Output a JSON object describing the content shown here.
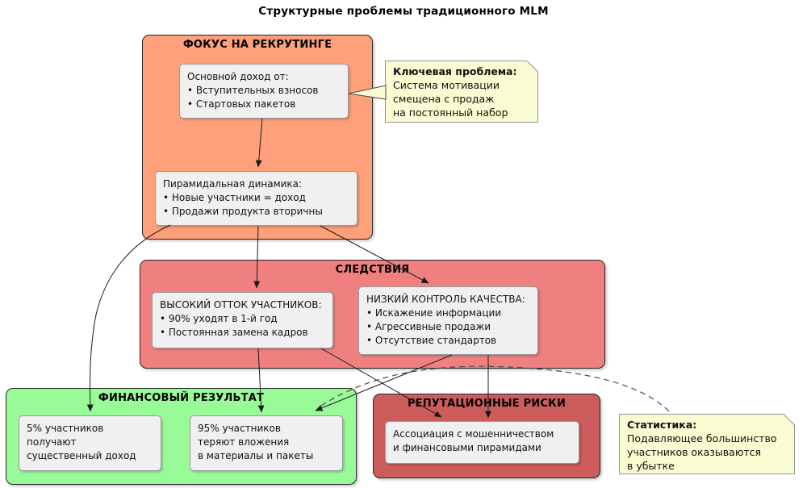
{
  "title": "Структурные проблемы традиционного MLM",
  "colors": {
    "focus_panel": "#FFA07A",
    "consequences_panel": "#F08080",
    "financial_panel": "#98FB98",
    "reputation_panel": "#CD5C5C",
    "note_fill": "#FBFBD2",
    "node_fill": "#F0F0F0",
    "arrow": "#1A1A1A"
  },
  "panels": {
    "focus": {
      "title": "ФОКУС НА РЕКРУТИНГЕ"
    },
    "consequences": {
      "title": "СЛЕДСТВИЯ"
    },
    "financial": {
      "title": "ФИНАНСОВЫЙ РЕЗУЛЬТАТ"
    },
    "reputation": {
      "title": "РЕПУТАЦИОННЫЕ РИСКИ"
    }
  },
  "nodes": {
    "income": {
      "lines": [
        "Основной доход от:",
        "• Вступительных взносов",
        "• Стартовых пакетов"
      ]
    },
    "pyramid": {
      "lines": [
        "Пирамидальная динамика:",
        "• Новые участники = доход",
        "• Продажи продукта вторичны"
      ]
    },
    "churn": {
      "lines": [
        "ВЫСОКИЙ ОТТОК УЧАСТНИКОВ:",
        "• 90% уходят в 1-й год",
        "• Постоянная замена кадров"
      ]
    },
    "quality": {
      "lines": [
        "НИЗКИЙ КОНТРОЛЬ КАЧЕСТВА:",
        "• Искажение информации",
        "• Агрессивные продажи",
        "• Отсутствие стандартов"
      ]
    },
    "top5": {
      "lines": [
        "5% участников",
        "получают",
        "существенный доход"
      ]
    },
    "lose95": {
      "lines": [
        "95% участников",
        "теряют вложения",
        "в материалы и пакеты"
      ]
    },
    "fraud": {
      "lines": [
        "Ассоциация с мошенничеством",
        "и финансовыми пирамидами"
      ]
    }
  },
  "notes": {
    "key_problem": {
      "title": "Ключевая проблема:",
      "lines": [
        "Система мотивации",
        "смещена с продаж",
        "на постоянный набор"
      ]
    },
    "statistics": {
      "title": "Статистика:",
      "lines": [
        "Подавляющее большинство",
        "участников оказываются",
        "в убытке"
      ]
    }
  }
}
